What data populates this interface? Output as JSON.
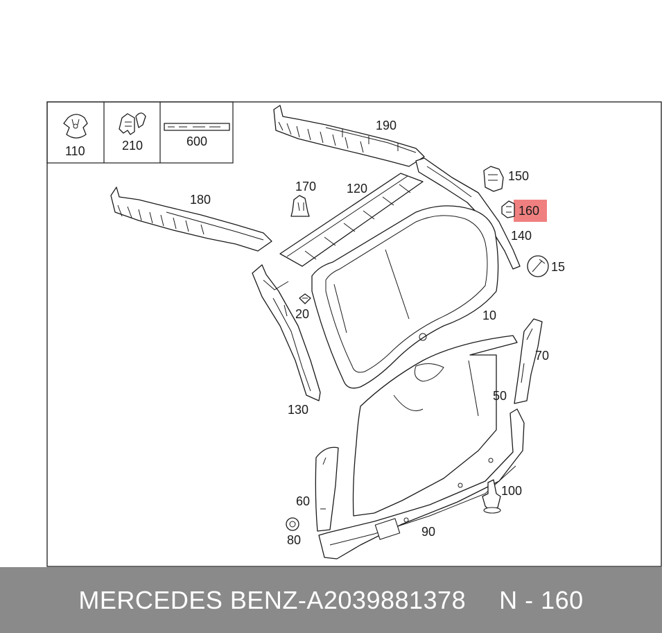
{
  "inset_labels": [
    "110",
    "210",
    "600"
  ],
  "callouts": {
    "p190": "190",
    "p180": "180",
    "p170": "170",
    "p120": "120",
    "p150": "150",
    "p160": "160",
    "p140": "140",
    "p15": "15",
    "p20": "20",
    "p10": "10",
    "p130": "130",
    "p70": "70",
    "p50": "50",
    "p60": "60",
    "p100": "100",
    "p80": "80",
    "p90": "90"
  },
  "highlight_color": "#f08080",
  "footer": {
    "brand": "MERCEDES BENZ",
    "separator": "-",
    "part_number": "A2039881378",
    "position": "N - 160"
  }
}
